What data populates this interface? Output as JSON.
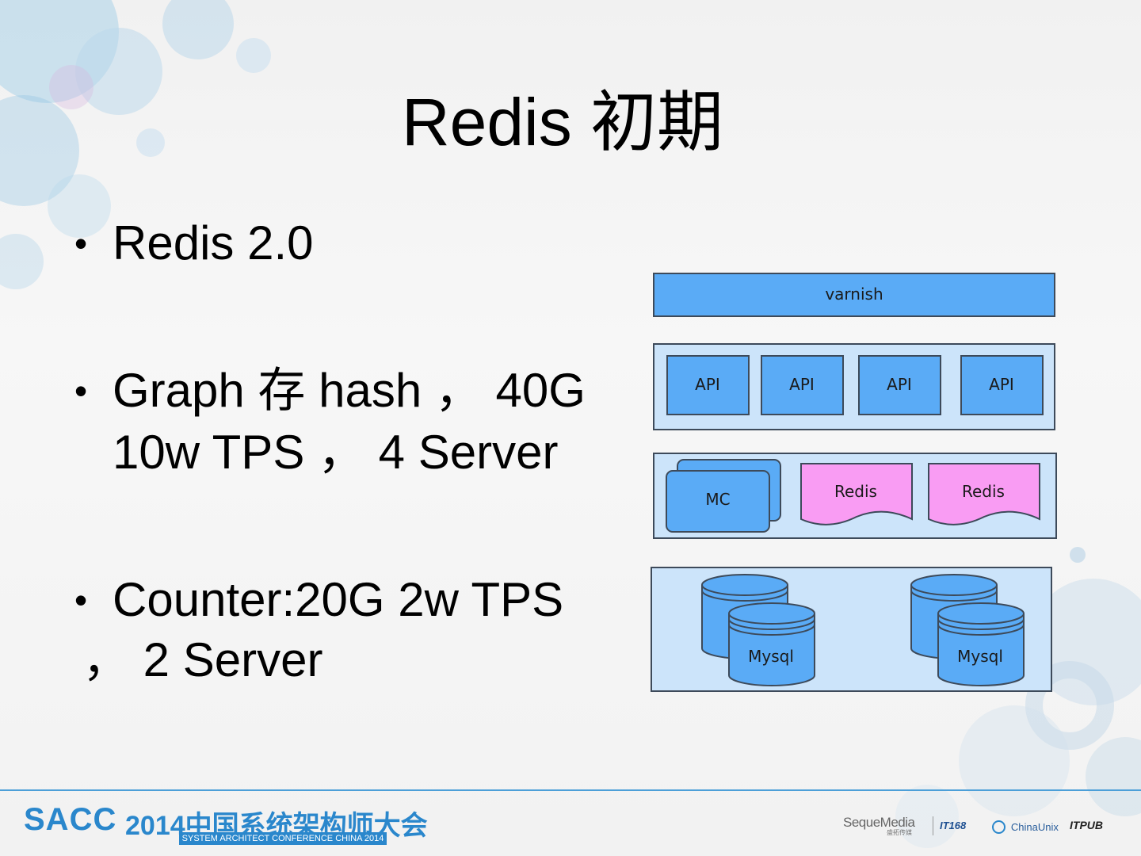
{
  "slide": {
    "title": "Redis 初期",
    "bullets": [
      {
        "lines": [
          "Redis 2.0"
        ]
      },
      {
        "lines": [
          "Graph 存 hash ， 40G",
          "10w TPS ， 4 Server"
        ]
      },
      {
        "lines": [
          "Counter:20G 2w TPS",
          "， 2 Server"
        ]
      }
    ]
  },
  "diagram": {
    "varnish": "varnish",
    "api": [
      "API",
      "API",
      "API",
      "API"
    ],
    "mc": "MC",
    "redis": [
      "Redis",
      "Redis"
    ],
    "mysql": [
      "Mysql",
      "Mysql"
    ],
    "colors": {
      "box_blue": "#5aabf6",
      "layer_bg": "#cce4fa",
      "redis_pink": "#f99cf3",
      "stroke": "#3d4a5a"
    }
  },
  "footer": {
    "sacc": "SACC",
    "conference_cn": "2014中国系统架构师大会",
    "conference_en": "SYSTEM ARCHITECT CONFERENCE CHINA 2014",
    "sponsors": {
      "sequemedia": "SequeMedia",
      "sequemedia_sub": "盛拓传媒",
      "it168": "IT168",
      "chinaunix": "ChinaUnix",
      "itpub": "ITPUB"
    }
  }
}
